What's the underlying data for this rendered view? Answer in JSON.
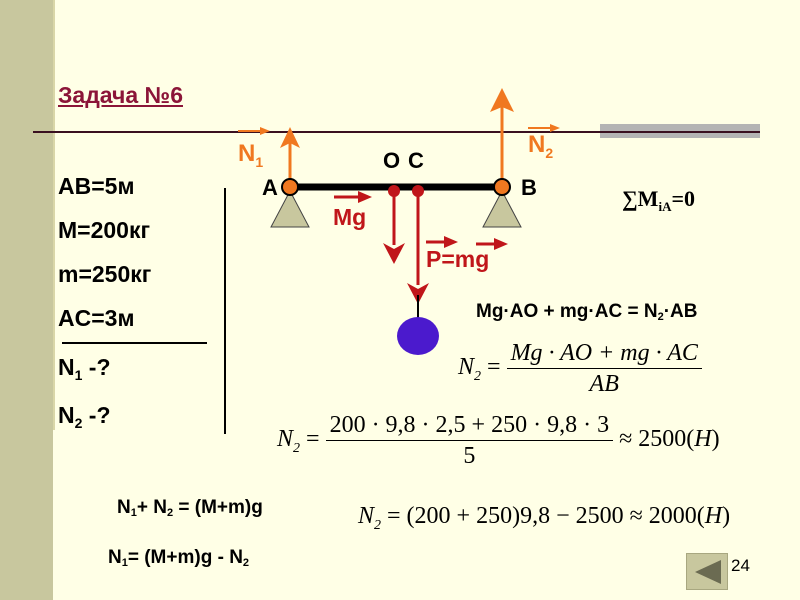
{
  "slide": {
    "title": "Задача №6",
    "page_number": "24",
    "colors": {
      "background": "#FFFFE6",
      "sidebar": "#C8C79E",
      "title": "#8B1538",
      "normal_force": "#F07820",
      "gravity_force": "#C0161A",
      "load_ball": "#4B1ACD",
      "support": "#C8C79E"
    }
  },
  "given": {
    "items": [
      "AB=5м",
      "M=200кг",
      "m=250кг",
      "AC=3м"
    ],
    "unknowns": [
      {
        "symbol": "N",
        "sub": "1",
        "suffix": " -?"
      },
      {
        "symbol": "N",
        "sub": "2",
        "suffix": " -?"
      }
    ]
  },
  "diagram": {
    "point_a": "A",
    "point_b": "B",
    "point_o": "O",
    "point_c": "C",
    "force_n1": {
      "symbol": "N",
      "sub": "1"
    },
    "force_n2": {
      "symbol": "N",
      "sub": "2"
    },
    "force_mg": "Mg",
    "force_p": "P=mg"
  },
  "equations": {
    "moment_condition": {
      "prefix": "∑M",
      "sub": "iA",
      "suffix": "=0"
    },
    "moment_eq": {
      "left": "Mg·AO + mg·AC = N",
      "sub": "2",
      "right": "·AB"
    },
    "n2_formula": {
      "lhs": "N",
      "lhs_sub": "2",
      "eq": " = ",
      "numerator": "Mg · AO + mg · AC",
      "denominator": "AB"
    },
    "n2_calc": {
      "lhs": "N",
      "lhs_sub": "2",
      "eq": " = ",
      "numerator": "200 · 9,8 · 2,5 + 250 · 9,8 · 3",
      "denominator": "5",
      "result": " ≈ 2500(",
      "unit": "H",
      "close": ")"
    },
    "force_sum": {
      "a": "N",
      "a_sub": "1",
      "plus": "+ N",
      "b_sub": "2",
      "rest": " = (M+m)g"
    },
    "n1_expr": {
      "a": "N",
      "a_sub": "1",
      "rest": "= (M+m)g - N",
      "b_sub": "2"
    },
    "n1_calc": {
      "lhs": "N",
      "lhs_sub": "2",
      "body": " = (200 + 250)9,8 − 2500 ≈ 2000(",
      "unit": "H",
      "close": ")"
    }
  },
  "navigation": {
    "back_icon": "triangle-left-icon"
  }
}
